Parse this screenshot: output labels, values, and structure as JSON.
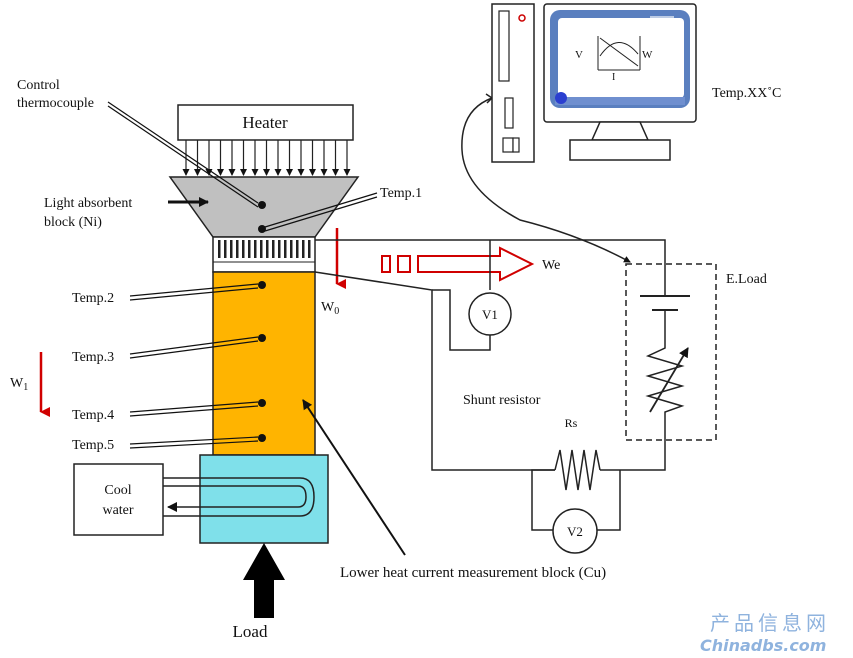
{
  "labels": {
    "control_thermocouple_1": "Control",
    "control_thermocouple_2": "thermocouple",
    "heater": "Heater",
    "light_absorbent_1": "Light absorbent",
    "light_absorbent_2": "block (Ni)",
    "temp1": "Temp.1",
    "temp2": "Temp.2",
    "temp3": "Temp.3",
    "temp4": "Temp.4",
    "temp5": "Temp.5",
    "w0": "W",
    "w0_sub": "0",
    "w1": "W",
    "w1_sub": "1",
    "we": "We",
    "v1": "V1",
    "v2": "V2",
    "rs": "Rs",
    "shunt_resistor": "Shunt resistor",
    "eload": "E.Load",
    "cool_water_1": "Cool",
    "cool_water_2": "water",
    "lower_block": "Lower heat current measurement block (Cu)",
    "load": "Load",
    "temp_readout": "Temp.XX˚C",
    "screen_v": "V",
    "screen_w": "W",
    "screen_i": "I"
  },
  "watermark": {
    "line1": "产品信息网",
    "line2": "Chinadbs.com"
  },
  "colors": {
    "copper_block": "#ffb400",
    "cooler": "#7fe0ea",
    "absorber": "#c0c0c0",
    "arrow_red": "#d00000",
    "monitor_frame": "#5a7fbf",
    "watermark": "#8fb3de"
  }
}
